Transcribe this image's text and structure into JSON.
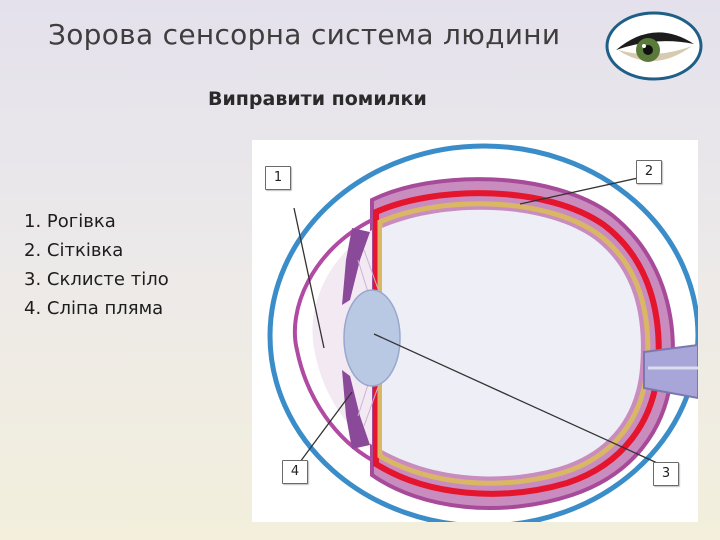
{
  "slide": {
    "title": "Зорова сенсорна система людини",
    "subtitle": "Виправити помилки"
  },
  "legend": {
    "items": [
      "1. Рогівка",
      "2. Сітківка",
      "3. Склисте тіло",
      "4. Сліпа пляма"
    ]
  },
  "diagram": {
    "callouts": [
      "1",
      "2",
      "3",
      "4"
    ]
  },
  "colors": {
    "outer_ring": "#3a8dc8",
    "sclera": "#a84a9a",
    "choroid": "#e4152d",
    "retina": "#d9b765",
    "lens": "#b9c8e3",
    "iris": "#8b4a99"
  },
  "icons": {
    "header_image": "eye-icon"
  }
}
